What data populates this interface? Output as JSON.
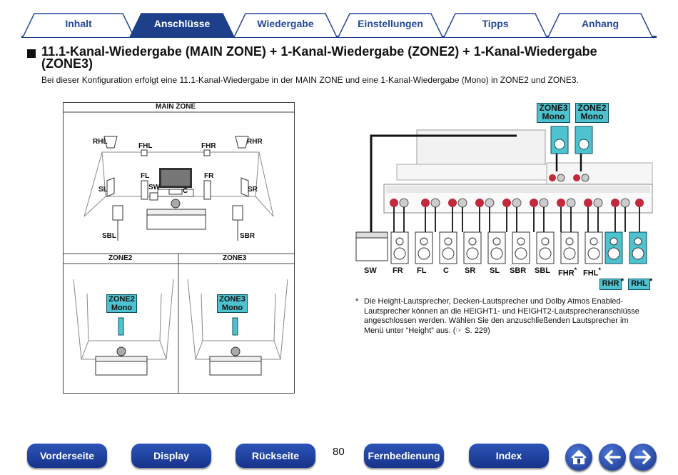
{
  "tabs": [
    {
      "label": "Inhalt",
      "active": false
    },
    {
      "label": "Anschlüsse",
      "active": true
    },
    {
      "label": "Wiedergabe",
      "active": false
    },
    {
      "label": "Einstellungen",
      "active": false
    },
    {
      "label": "Tipps",
      "active": false
    },
    {
      "label": "Anhang",
      "active": false
    }
  ],
  "heading": {
    "title_line1": "11.1-Kanal-Wiedergabe (MAIN ZONE) + 1-Kanal-Wiedergabe (ZONE2) + 1-Kanal-Wiedergabe",
    "title_line2": "(ZONE3)",
    "intro": "Bei dieser Konfiguration erfolgt eine 11.1-Kanal-Wiedergabe in der MAIN ZONE und eine 1-Kanal-Wiedergabe (Mono) in ZONE2 und ZONE3."
  },
  "room_diagram": {
    "main_zone": "MAIN ZONE",
    "zone2": "ZONE2",
    "zone3": "ZONE3",
    "speakers": {
      "rhl": "RHL",
      "fhl": "FHL",
      "fhr": "FHR",
      "rhr": "RHR",
      "fl": "FL",
      "fr": "FR",
      "sl": "SL",
      "sr": "SR",
      "sw": "SW",
      "c": "C",
      "sbl": "SBL",
      "sbr": "SBR"
    },
    "zone2_box": {
      "line1": "ZONE2",
      "line2": "Mono"
    },
    "zone3_box": {
      "line1": "ZONE3",
      "line2": "Mono"
    }
  },
  "wiring_diagram": {
    "zone3_box": {
      "line1": "ZONE3",
      "line2": "Mono"
    },
    "zone2_box": {
      "line1": "ZONE2",
      "line2": "Mono"
    },
    "speaker_labels": [
      "SW",
      "FR",
      "FL",
      "C",
      "SR",
      "SL",
      "SBR",
      "SBL",
      "FHR",
      "FHL"
    ],
    "fhr_star": "*",
    "fhl_star": "*",
    "rhr_label": "RHR",
    "rhl_label": "RHL",
    "star": "*"
  },
  "footnote": {
    "star": "*",
    "text_line1": "Die Height-Lautsprecher, Decken-Lautsprecher und Dolby Atmos Enabled-",
    "text_line2": "Lautsprecher können an die HEIGHT1- und HEIGHT2-Lautsprecheranschlüsse",
    "text_line3": "angeschlossen werden. Wählen Sie den anzuschließenden Lautsprecher im",
    "text_line4": "Menü unter “Height” aus.",
    "ref": "S. 229"
  },
  "bottom_nav": {
    "vorderseite": "Vorderseite",
    "display": "Display",
    "rueckseite": "Rückseite",
    "page_number": "80",
    "fernbedienung": "Fernbedienung",
    "index": "Index"
  },
  "icons": {
    "home": "home-icon",
    "back": "arrow-left-icon",
    "forward": "arrow-right-icon"
  },
  "colors": {
    "nav_blue": "#1e3f8a",
    "zone_cyan": "#4ec3cf"
  }
}
